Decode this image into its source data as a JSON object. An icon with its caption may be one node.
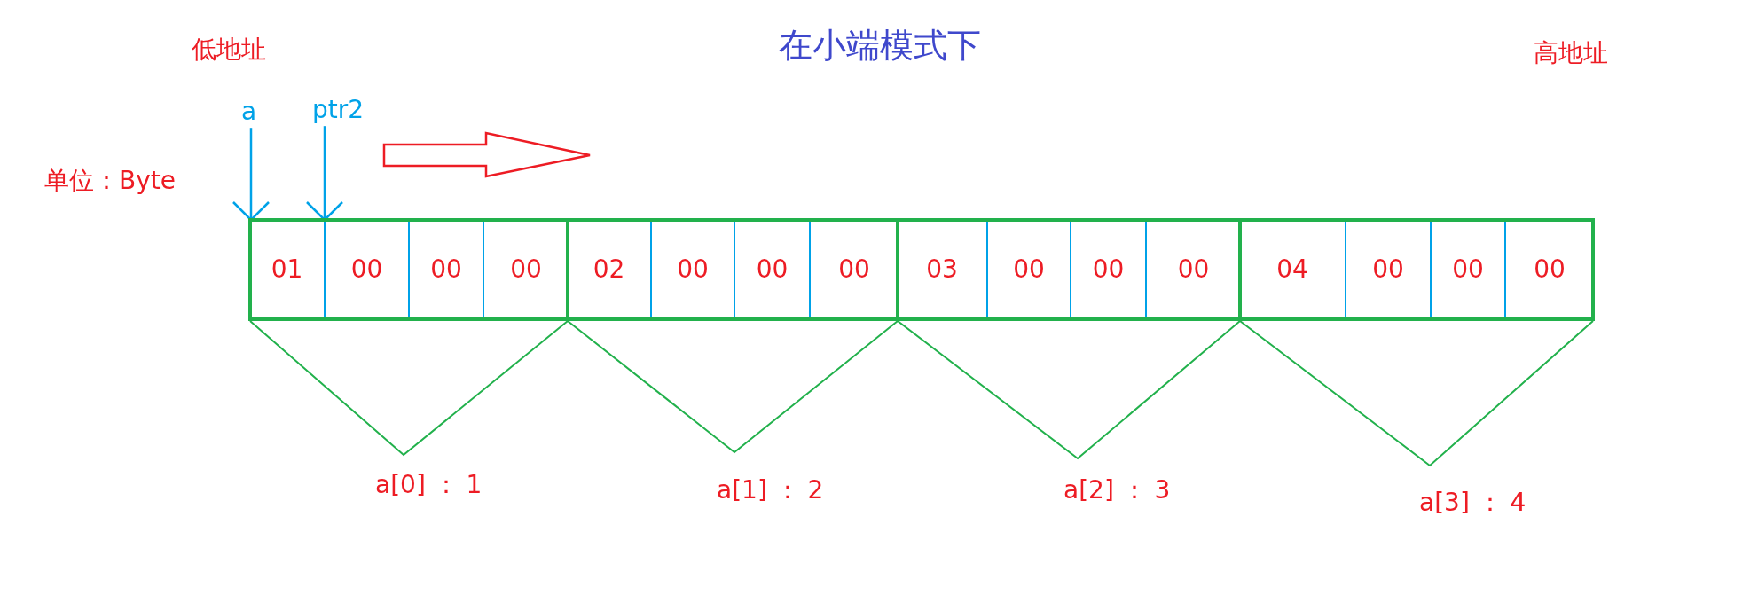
{
  "diagram": {
    "title": "在小端模式下",
    "nodes": [
      {
        "text": [
          "a"
        ]
      },
      {
        "text": [
          "ptr2"
        ]
      },
      {
        "text": [],
        "shape": "box"
      },
      {
        "text": [
          "01"
        ],
        "in": 2
      },
      {
        "text": [
          "00"
        ],
        "in": 2
      },
      {
        "text": [
          "00"
        ],
        "in": 2
      },
      {
        "text": [
          "00"
        ],
        "in": 2
      },
      {
        "text": [],
        "shape": "box"
      },
      {
        "text": [
          "02"
        ],
        "in": 7
      },
      {
        "text": [
          "00"
        ],
        "in": 7
      },
      {
        "text": [
          "00"
        ],
        "in": 7
      },
      {
        "text": [
          "00"
        ],
        "in": 7
      },
      {
        "text": [],
        "shape": "box"
      },
      {
        "text": [
          "03"
        ],
        "in": 12
      },
      {
        "text": [
          "00"
        ],
        "in": 12
      },
      {
        "text": [
          "00"
        ],
        "in": 12
      },
      {
        "text": [
          "00"
        ],
        "in": 12
      },
      {
        "text": [],
        "shape": "box"
      },
      {
        "text": [
          "04"
        ],
        "in": 17
      },
      {
        "text": [
          "00"
        ],
        "in": 17
      },
      {
        "text": [
          "00"
        ],
        "in": 17
      },
      {
        "text": [
          "00"
        ],
        "in": 17
      }
    ],
    "edges": [
      {
        "from": 0,
        "to": 3,
        "arrow": "to"
      },
      {
        "from": 1,
        "to": 4,
        "arrow": "to"
      }
    ],
    "labels": [
      "低地址",
      "高地址",
      "单位：Byte",
      "a[0] ： 1",
      "a[1] ： 2",
      "a[2] ： 3",
      "a[3] ： 4"
    ]
  }
}
